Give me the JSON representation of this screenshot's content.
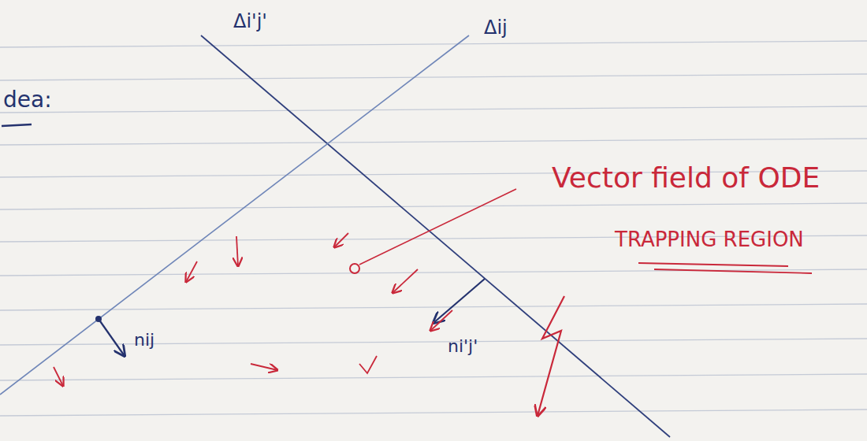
{
  "diagram": {
    "labels": [
      "dea:",
      "Δi'j'",
      "Δij",
      "nij",
      "ni'j'",
      "Vector field of ODE",
      "TRAPPING REGION"
    ]
  }
}
